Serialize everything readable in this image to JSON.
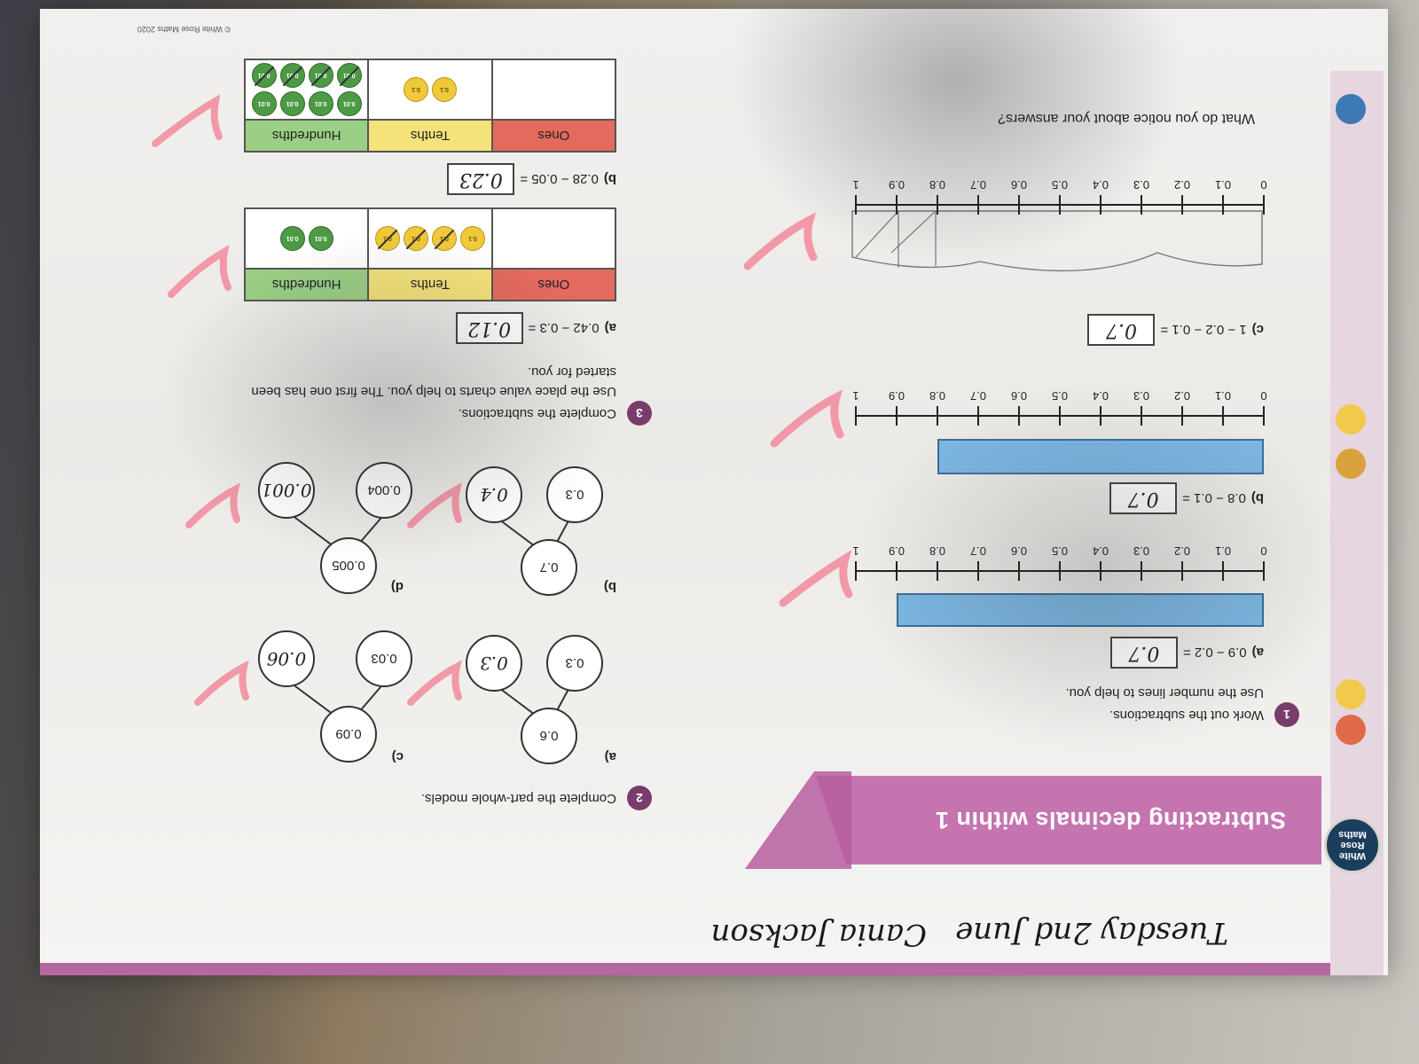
{
  "header": {
    "handwritten_date": "Tuesday 2nd June",
    "handwritten_name": "Cania Jackson",
    "logo": "White Rose Maths",
    "title": "Subtracting decimals within 1"
  },
  "q1": {
    "number": "1",
    "instruction": "Work out the subtractions.",
    "hint": "Use the number lines to help you.",
    "ticks": [
      "0",
      "0.1",
      "0.2",
      "0.3",
      "0.4",
      "0.5",
      "0.6",
      "0.7",
      "0.8",
      "0.9",
      "1"
    ],
    "parts": [
      {
        "label": "a)",
        "expression": "0.9 − 0.2 =",
        "answer": "0.7",
        "bar_start": 0,
        "bar_end": 0.9
      },
      {
        "label": "b)",
        "expression": "0.8 − 0.1 =",
        "answer": "0.7",
        "bar_start": 0,
        "bar_end": 0.8
      },
      {
        "label": "c)",
        "expression": "1 − 0.2 − 0.1 =",
        "answer": "0.7"
      }
    ],
    "question": "What do you notice about your answers?"
  },
  "q2": {
    "number": "2",
    "instruction": "Complete the part-whole models.",
    "models": [
      {
        "label": "a)",
        "whole": "0.6",
        "part1": "0.3",
        "part2": "0.3"
      },
      {
        "label": "b)",
        "whole": "0.7",
        "part1": "0.3",
        "part2": "0.4"
      },
      {
        "label": "c)",
        "whole": "0.09",
        "part1": "0.03",
        "part2": "0.06"
      },
      {
        "label": "d)",
        "whole": "0.005",
        "part1": "0.004",
        "part2": "0.001"
      }
    ]
  },
  "q3": {
    "number": "3",
    "instruction": "Complete the subtractions.",
    "hint_line1": "Use the place value charts to help you. The first one has been",
    "hint_line2": "started for you.",
    "columns": [
      "Ones",
      "Tenths",
      "Hundredths"
    ],
    "parts": [
      {
        "label": "a)",
        "expression": "0.42 − 0.3 =",
        "answer": "0.12",
        "tenths": "0.1",
        "hundredths": "0.01"
      },
      {
        "label": "b)",
        "expression": "0.28 − 0.05 =",
        "answer": "0.23",
        "tenths": "0.1",
        "hundredths": "0.01"
      }
    ]
  },
  "footer": "© White Rose Maths 2020",
  "colors": {
    "banner": "#c574b0",
    "marking_pen": "#f28a9c",
    "ones": "#e46a5e",
    "tenths": "#f4e27a",
    "hundredths": "#9bcf85",
    "number_line_bar": "#7db8e4"
  }
}
